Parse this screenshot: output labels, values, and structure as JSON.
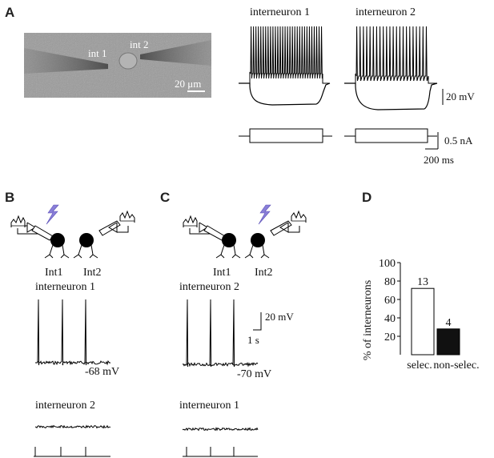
{
  "panels": {
    "a": "A",
    "b": "B",
    "c": "C",
    "d": "D"
  },
  "micrograph": {
    "label_int1": "int 1",
    "label_int2": "int 2",
    "scale": "20 μm"
  },
  "panel_a": {
    "trace1_title": "interneuron 1",
    "trace2_title": "interneuron 2",
    "scale_voltage": "20 mV",
    "scale_current": "0.5 nA",
    "scale_time": "200 ms"
  },
  "panel_b": {
    "cell1_label": "Int1",
    "cell2_label": "Int2",
    "top_trace_title": "interneuron 1",
    "top_trace_potential": "-68 mV",
    "bottom_trace_title": "interneuron 2"
  },
  "panel_c": {
    "cell1_label": "Int1",
    "cell2_label": "Int2",
    "top_trace_title": "interneuron 2",
    "top_trace_potential": "-70 mV",
    "bottom_trace_title": "interneuron 1",
    "scale_voltage": "20 mV",
    "scale_time": "1 s"
  },
  "chart_data": {
    "type": "bar",
    "categories": [
      "selec.",
      "non-selec."
    ],
    "values": [
      72,
      28
    ],
    "counts": [
      "13",
      "4"
    ],
    "ylabel": "% of interneurons",
    "yticks": [
      "20",
      "40",
      "60",
      "80",
      "100"
    ],
    "ylim": [
      0,
      100
    ],
    "colors": [
      "#ffffff",
      "#111111"
    ]
  }
}
